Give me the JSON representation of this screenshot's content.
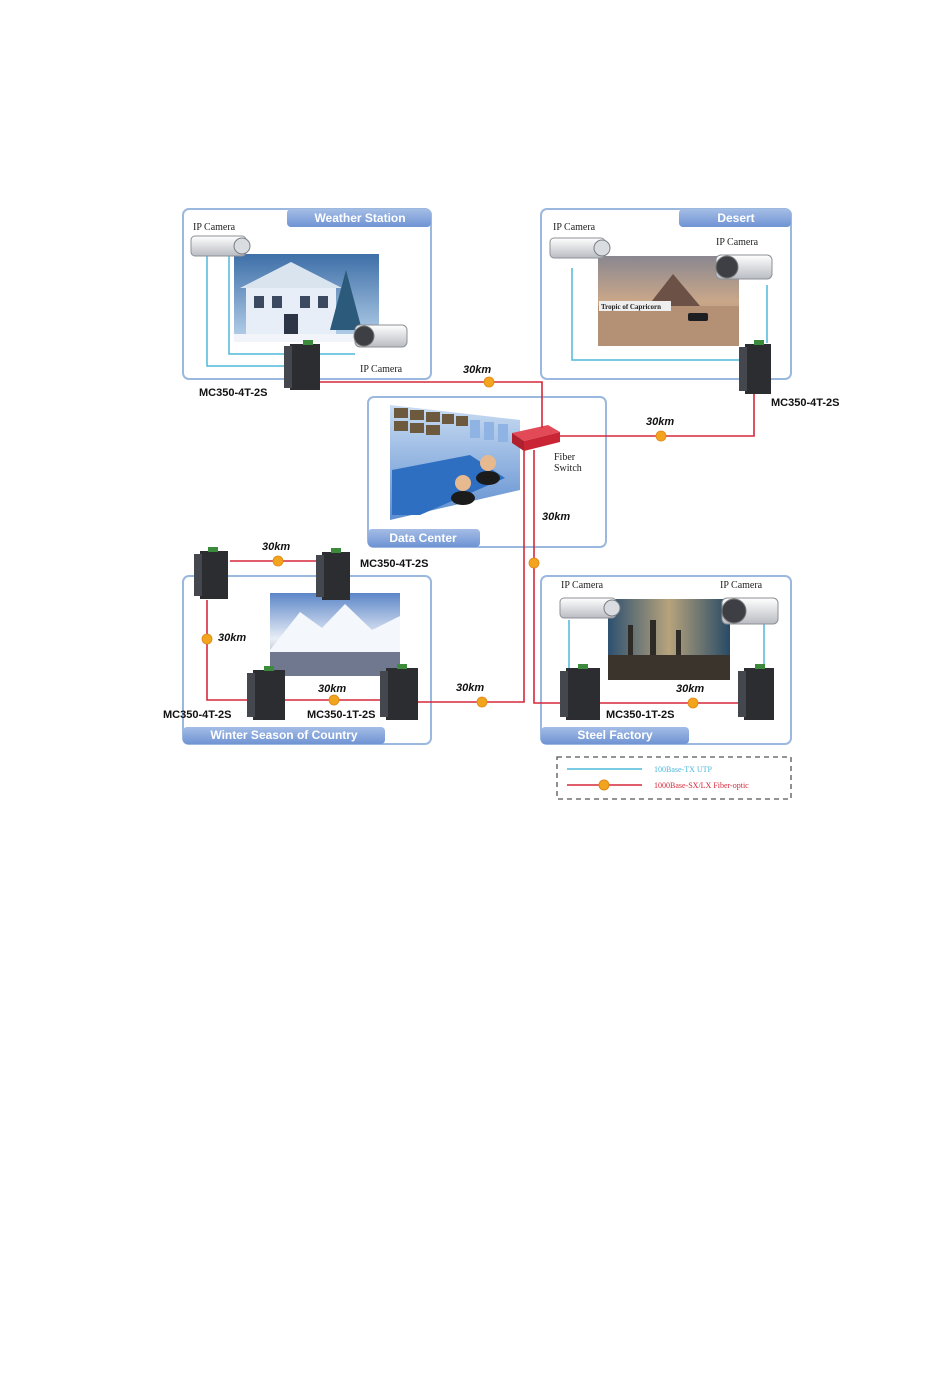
{
  "areas": {
    "weather_station": "Weather Station",
    "desert": "Desert",
    "data_center": "Data Center",
    "winter": "Winter Season of Country",
    "steel_factory": "Steel Factory"
  },
  "labels": {
    "ip_camera": "IP Camera",
    "fiber_switch_1": "Fiber",
    "fiber_switch_2": "Switch",
    "tropic_sign": "Tropic of Capricorn",
    "distance": "30km",
    "model_4t": "MC350-4T-2S",
    "model_1t": "MC350-1T-2S"
  },
  "legend": {
    "utp": "100Base-TX UTP",
    "fiber": "1000Base-SX/LX Fiber-optic",
    "utp_color": "#4fb8dc",
    "fiber_color": "#d6283a"
  },
  "colors": {
    "box_border": "#9bb8de",
    "title_bg": "#7e9fd9",
    "fiber_dot": "#f2a51c"
  }
}
